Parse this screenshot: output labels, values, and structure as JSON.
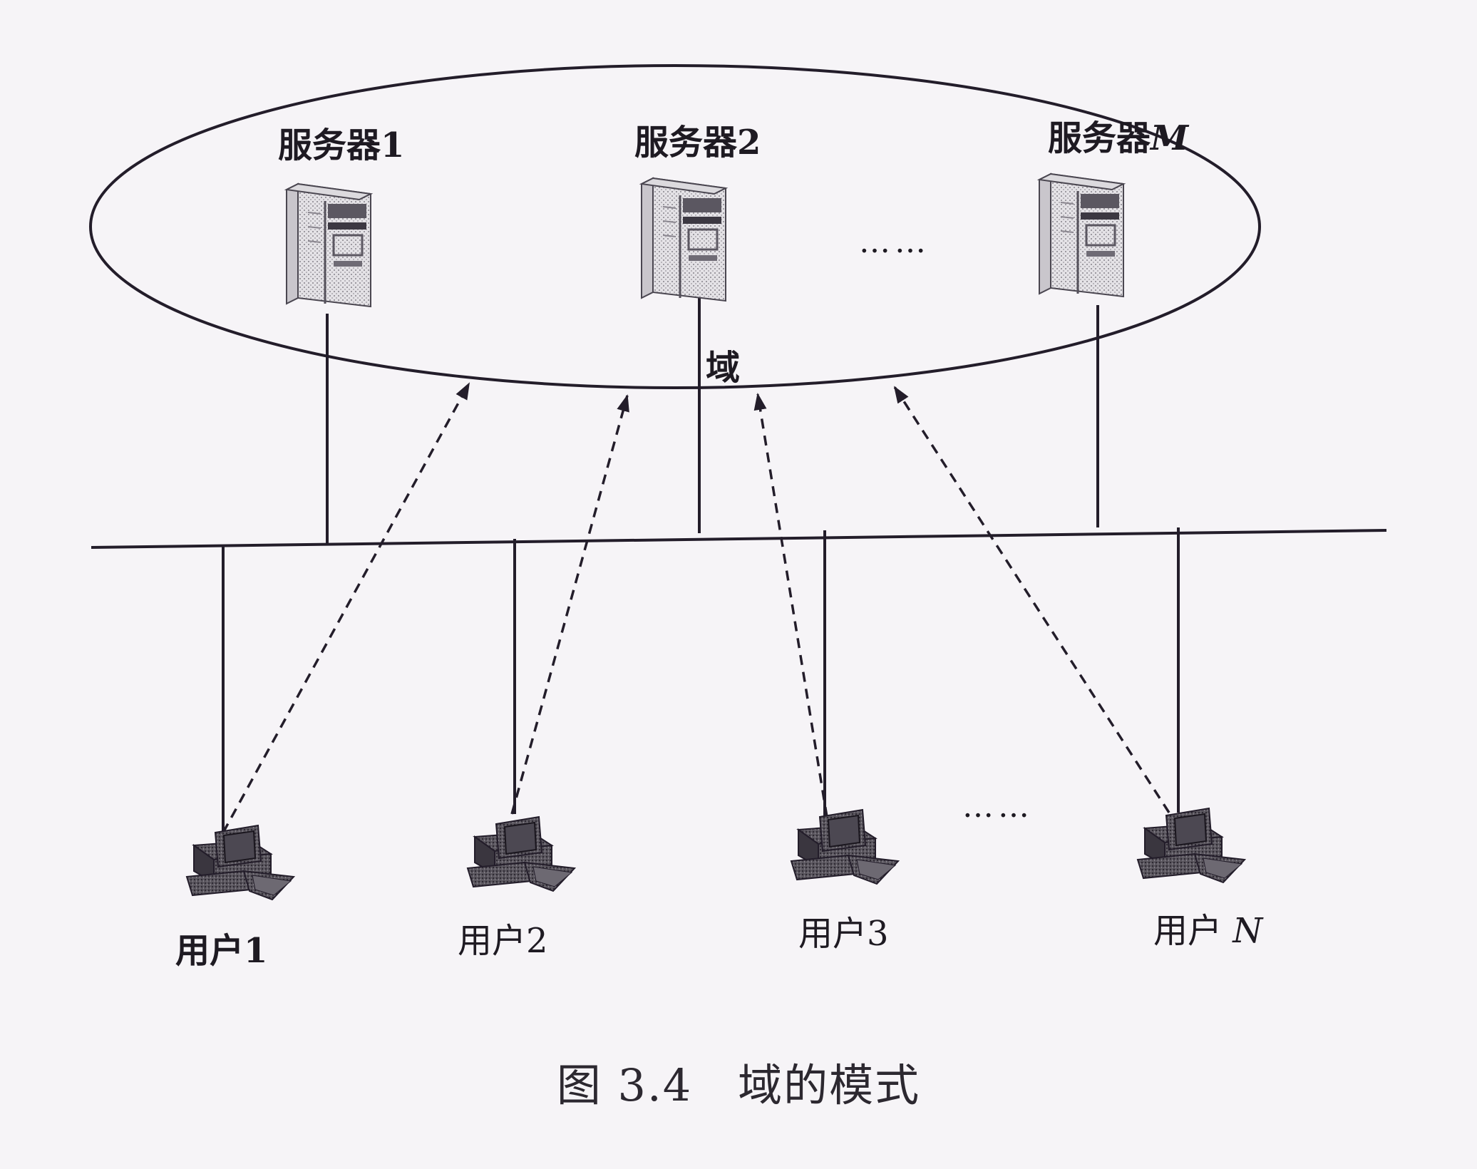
{
  "servers": [
    {
      "text": "服务器",
      "num": "1",
      "italic": false
    },
    {
      "text": "服务器",
      "num": "2",
      "italic": false
    },
    {
      "text": "服务器",
      "num": "M",
      "italic": true
    }
  ],
  "users": [
    {
      "text": "用户",
      "num": "1",
      "italic": false
    },
    {
      "text": "用户",
      "num": "2",
      "italic": false
    },
    {
      "text": "用户",
      "num": "3",
      "italic": false
    },
    {
      "text": "用户",
      "num": "N",
      "italic": true
    }
  ],
  "domain_label": "域",
  "server_ellipsis": "……",
  "user_ellipsis": "……",
  "caption": "图 3.4　域的模式",
  "colors": {
    "line": "#231d2a",
    "background": "#f6f4f7"
  },
  "icons": {
    "server": "server-tower-icon",
    "user": "desktop-computer-icon"
  }
}
